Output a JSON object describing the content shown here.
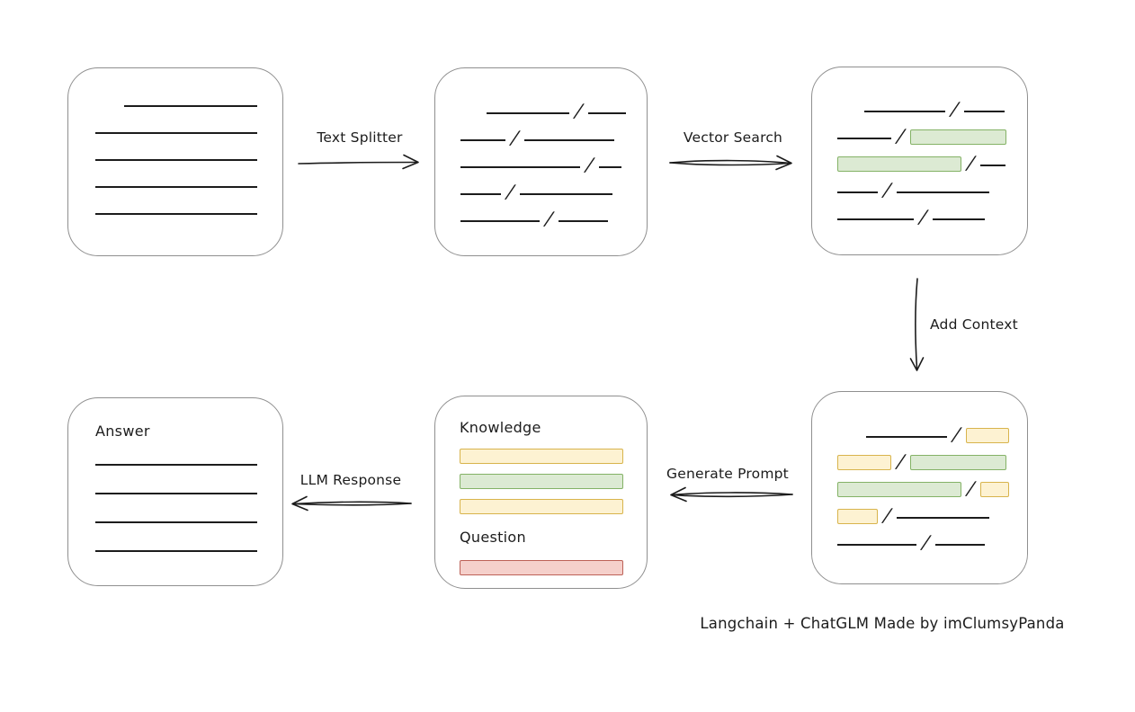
{
  "caption": "Langchain + ChatGLM Made by imClumsyPanda",
  "arrows": {
    "text_splitter": {
      "label": "Text Splitter",
      "direction": "right"
    },
    "vector_search": {
      "label": "Vector Search",
      "direction": "right"
    },
    "add_context": {
      "label": "Add Context",
      "direction": "down"
    },
    "generate_prompt": {
      "label": "Generate Prompt",
      "direction": "left"
    },
    "llm_response": {
      "label": "LLM Response",
      "direction": "left"
    }
  },
  "colors": {
    "node_border": "#8f8f8f",
    "ink": "#1c1c1c",
    "green_fill": "#dcead3",
    "green_border": "#84b266",
    "yellow_fill": "#fdf2d2",
    "yellow_border": "#d8b44c",
    "red_fill": "#f5d0cb",
    "red_border": "#bd6157"
  },
  "boxes": {
    "source_document": {
      "rows": [
        {
          "ind": 32,
          "tokens": [
            {
              "t": "line",
              "w": 148
            }
          ]
        },
        {
          "tokens": [
            {
              "t": "line",
              "w": 180
            }
          ]
        },
        {
          "tokens": [
            {
              "t": "line",
              "w": 180
            }
          ]
        },
        {
          "tokens": [
            {
              "t": "line",
              "w": 180
            }
          ]
        },
        {
          "tokens": [
            {
              "t": "line",
              "w": 180
            }
          ]
        }
      ]
    },
    "split_chunks": {
      "rows": [
        {
          "ind": 29,
          "tokens": [
            {
              "t": "line",
              "w": 92
            },
            {
              "t": "slash"
            },
            {
              "t": "line",
              "w": 42
            }
          ]
        },
        {
          "tokens": [
            {
              "t": "line",
              "w": 50
            },
            {
              "t": "slash"
            },
            {
              "t": "line",
              "w": 100
            }
          ]
        },
        {
          "tokens": [
            {
              "t": "line",
              "w": 133
            },
            {
              "t": "slash"
            },
            {
              "t": "line",
              "w": 25
            }
          ]
        },
        {
          "tokens": [
            {
              "t": "line",
              "w": 45
            },
            {
              "t": "slash"
            },
            {
              "t": "line",
              "w": 103
            }
          ]
        },
        {
          "tokens": [
            {
              "t": "line",
              "w": 88
            },
            {
              "t": "slash"
            },
            {
              "t": "line",
              "w": 55
            }
          ]
        }
      ]
    },
    "matched_chunks": {
      "rows": [
        {
          "ind": 30,
          "tokens": [
            {
              "t": "line",
              "w": 90
            },
            {
              "t": "slash"
            },
            {
              "t": "line",
              "w": 45
            }
          ]
        },
        {
          "tokens": [
            {
              "t": "line",
              "w": 60
            },
            {
              "t": "slash"
            },
            {
              "t": "chip",
              "c": "green",
              "w": 107
            }
          ]
        },
        {
          "tokens": [
            {
              "t": "chip",
              "c": "green",
              "w": 138
            },
            {
              "t": "slash"
            },
            {
              "t": "line",
              "w": 28
            }
          ]
        },
        {
          "tokens": [
            {
              "t": "line",
              "w": 45
            },
            {
              "t": "slash"
            },
            {
              "t": "line",
              "w": 103
            }
          ]
        },
        {
          "tokens": [
            {
              "t": "line",
              "w": 85
            },
            {
              "t": "slash"
            },
            {
              "t": "line",
              "w": 58
            }
          ]
        }
      ]
    },
    "context_chunks": {
      "rows": [
        {
          "ind": 32,
          "tokens": [
            {
              "t": "line",
              "w": 90
            },
            {
              "t": "slash"
            },
            {
              "t": "chip",
              "c": "yellow",
              "w": 48
            }
          ]
        },
        {
          "tokens": [
            {
              "t": "chip",
              "c": "yellow",
              "w": 60
            },
            {
              "t": "slash"
            },
            {
              "t": "chip",
              "c": "green",
              "w": 107
            }
          ]
        },
        {
          "tokens": [
            {
              "t": "chip",
              "c": "green",
              "w": 138
            },
            {
              "t": "slash"
            },
            {
              "t": "chip",
              "c": "yellow",
              "w": 32
            }
          ]
        },
        {
          "tokens": [
            {
              "t": "chip",
              "c": "yellow",
              "w": 45
            },
            {
              "t": "slash"
            },
            {
              "t": "line",
              "w": 103
            }
          ]
        },
        {
          "tokens": [
            {
              "t": "line",
              "w": 88
            },
            {
              "t": "slash"
            },
            {
              "t": "line",
              "w": 55
            }
          ]
        }
      ]
    },
    "prompt": {
      "rows": [
        {
          "h": 36,
          "tokens": [
            {
              "t": "label",
              "text": "Knowledge"
            }
          ]
        },
        {
          "h": 28,
          "tokens": [
            {
              "t": "chip",
              "c": "yellow",
              "w": 182
            }
          ]
        },
        {
          "h": 28,
          "tokens": [
            {
              "t": "chip",
              "c": "green",
              "w": 182
            }
          ]
        },
        {
          "h": 28,
          "tokens": [
            {
              "t": "chip",
              "c": "yellow",
              "w": 182
            }
          ]
        },
        {
          "h": 38,
          "tokens": [
            {
              "t": "label",
              "text": "Question"
            }
          ]
        },
        {
          "h": 30,
          "tokens": [
            {
              "t": "chip",
              "c": "red",
              "w": 182
            }
          ]
        }
      ]
    },
    "answer": {
      "rows": [
        {
          "h": 36,
          "tokens": [
            {
              "t": "label",
              "text": "Answer"
            }
          ]
        },
        {
          "h": 32,
          "tokens": [
            {
              "t": "line",
              "w": 180
            }
          ]
        },
        {
          "h": 32,
          "tokens": [
            {
              "t": "line",
              "w": 180
            }
          ]
        },
        {
          "h": 32,
          "tokens": [
            {
              "t": "line",
              "w": 180
            }
          ]
        },
        {
          "h": 32,
          "tokens": [
            {
              "t": "line",
              "w": 180
            }
          ]
        }
      ]
    }
  }
}
